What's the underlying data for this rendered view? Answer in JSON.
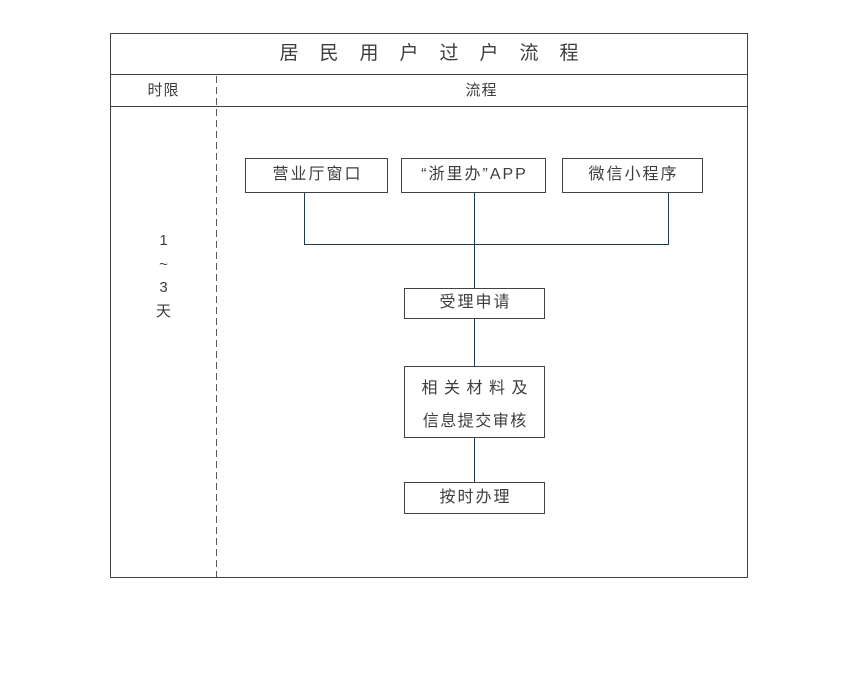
{
  "diagram": {
    "title": "居民用户过户流程",
    "header": {
      "time_column": "时限",
      "process_column": "流程"
    },
    "time_limit": {
      "lines": [
        "1",
        "~",
        "3",
        "天"
      ]
    },
    "entry_nodes": [
      {
        "label": "营业厅窗口"
      },
      {
        "label": "“浙里办”APP"
      },
      {
        "label": "微信小程序"
      }
    ],
    "steps": [
      {
        "label": "受理申请"
      },
      {
        "lines": [
          "相关材料及",
          "信息提交审核"
        ]
      },
      {
        "label": "按时办理"
      }
    ],
    "colors": {
      "frame_border": "#424242",
      "connector": "#1d3a53",
      "text": "#3d3d3d",
      "background": "#ffffff"
    }
  }
}
